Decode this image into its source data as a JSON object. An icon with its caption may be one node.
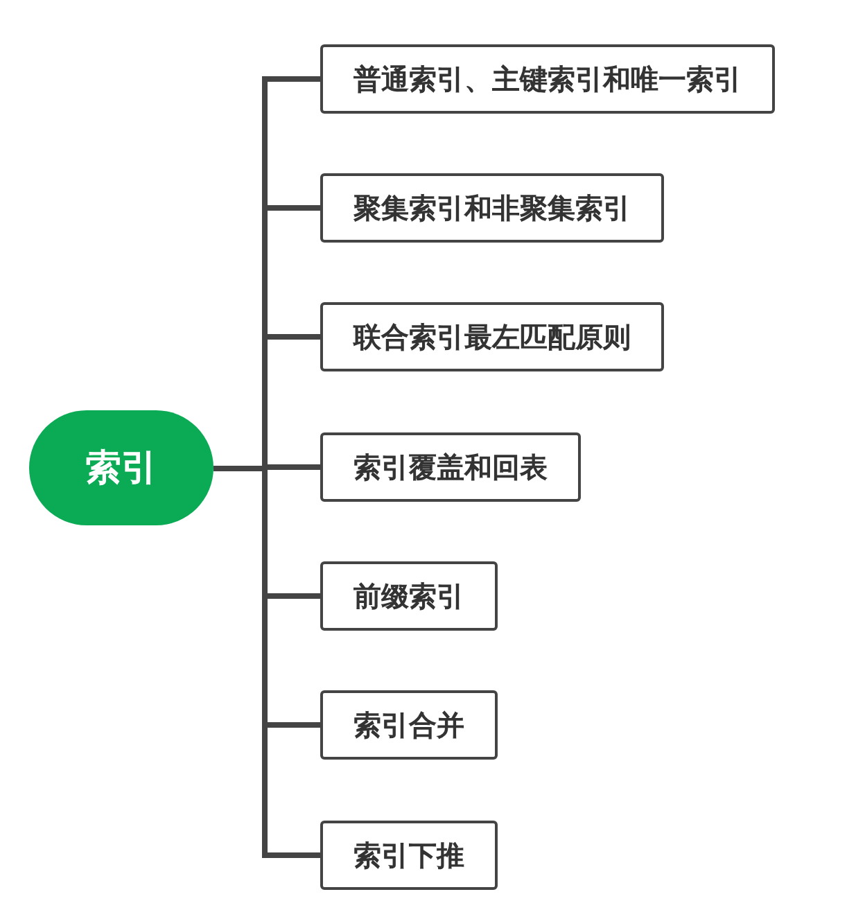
{
  "diagram": {
    "nodes": [
      {
        "text": [
          "索引"
        ]
      },
      {
        "text": [
          "普通索引、主键索引和唯一索引"
        ]
      },
      {
        "text": [
          "聚集索引和非聚集索引"
        ]
      },
      {
        "text": [
          "联合索引最左匹配原则"
        ]
      },
      {
        "text": [
          "索引覆盖和回表"
        ]
      },
      {
        "text": [
          "前缀索引"
        ]
      },
      {
        "text": [
          "索引合并"
        ]
      },
      {
        "text": [
          "索引下推"
        ]
      }
    ],
    "edges": [
      {
        "from": 0,
        "to": 1,
        "arrow": "none"
      },
      {
        "from": 0,
        "to": 2,
        "arrow": "none"
      },
      {
        "from": 0,
        "to": 3,
        "arrow": "none"
      },
      {
        "from": 0,
        "to": 4,
        "arrow": "none"
      },
      {
        "from": 0,
        "to": 5,
        "arrow": "none"
      },
      {
        "from": 0,
        "to": 6,
        "arrow": "none"
      },
      {
        "from": 0,
        "to": 7,
        "arrow": "none"
      }
    ]
  }
}
